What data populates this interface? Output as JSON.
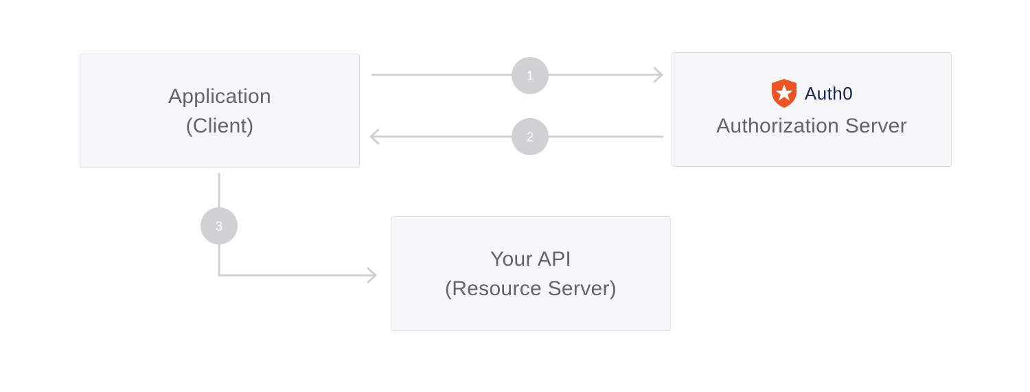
{
  "nodes": {
    "client": {
      "line1": "Application",
      "line2": "(Client)"
    },
    "auth_server": {
      "brand": "Auth0",
      "brand_icon": "auth0-shield-star-icon",
      "label": "Authorization Server"
    },
    "api": {
      "line1": "Your API",
      "line2": "(Resource Server)"
    }
  },
  "steps": [
    "1",
    "2",
    "3"
  ],
  "colors": {
    "box_fill": "#f5f6f8",
    "box_border": "#dfe1e4",
    "text": "#62646a",
    "connector": "#cfd0d2",
    "step_badge": "#d0d1d3",
    "brand_orange": "#eb5424",
    "brand_navy": "#16214d"
  }
}
